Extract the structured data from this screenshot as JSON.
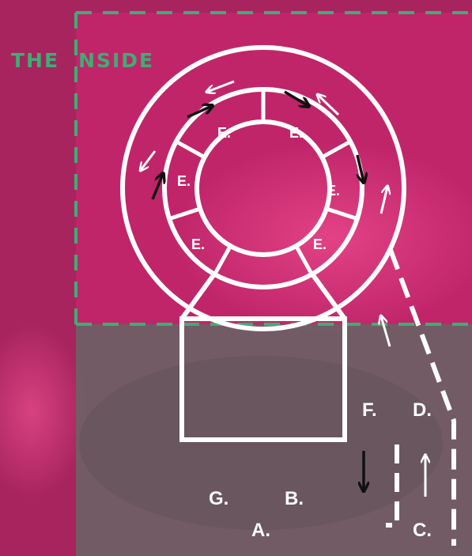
{
  "title": {
    "part1": "THE",
    "part2": "NSIDE"
  },
  "labels": {
    "a": "A.",
    "b": "B.",
    "c": "C.",
    "d": "D.",
    "f": "F.",
    "g": "G."
  },
  "e_labels": [
    "E.",
    "E.",
    "E.",
    "E.",
    "E.",
    "E."
  ],
  "colors": {
    "magenta_bg": "#a8245f",
    "dashed_boundary": "#3dae74",
    "lines": "#ffffff",
    "dark_arrows": "#111111",
    "photo_overlay": "#6e6166"
  }
}
